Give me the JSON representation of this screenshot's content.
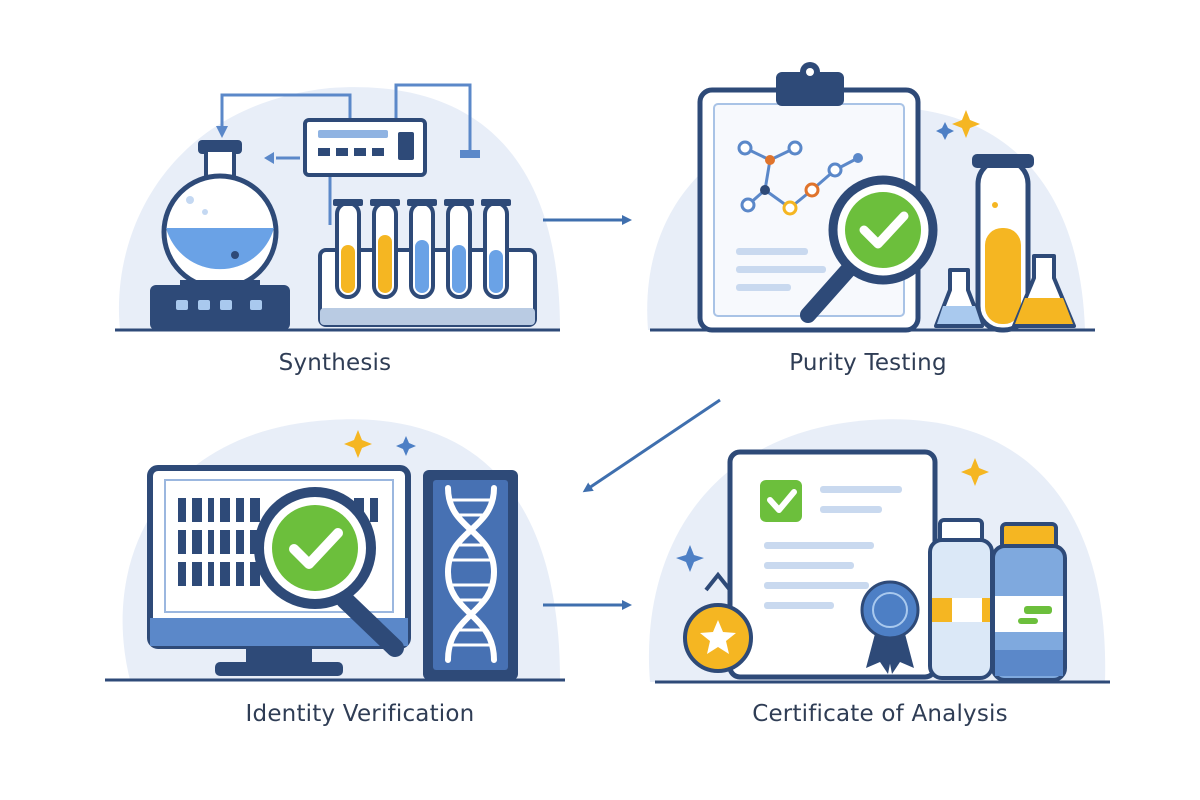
{
  "steps": [
    {
      "id": "synthesis",
      "label": "Synthesis",
      "icon": "flask-and-test-tubes-icon"
    },
    {
      "id": "purity",
      "label": "Purity Testing",
      "icon": "clipboard-magnifier-icon"
    },
    {
      "id": "identity",
      "label": "Identity Verification",
      "icon": "monitor-dna-icon"
    },
    {
      "id": "coa",
      "label": "Certificate of Analysis",
      "icon": "certificate-bottles-icon"
    }
  ],
  "flow": [
    "synthesis",
    "purity",
    "identity",
    "coa"
  ],
  "colors": {
    "navy": "#2e4a78",
    "blue": "#5b88c9",
    "light_blue": "#a9c9ee",
    "bg_blob": "#e8eef8",
    "orange": "#f5b622",
    "green": "#6cbf3c",
    "label_text": "#2f3d55"
  }
}
